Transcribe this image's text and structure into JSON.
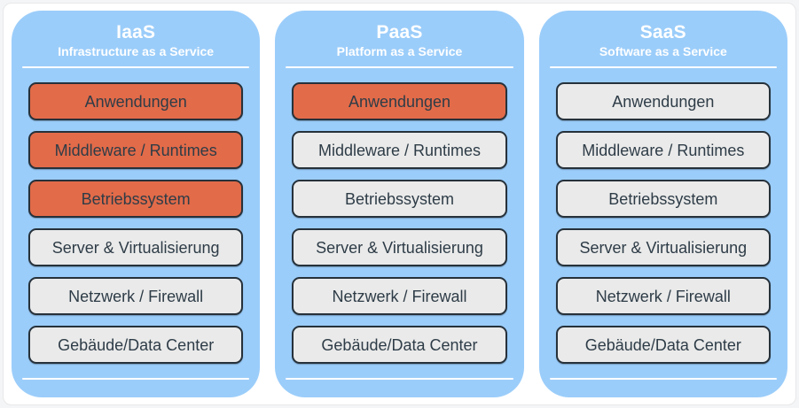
{
  "colors": {
    "page_bg": "#f4f5f6",
    "page_border": "#e8e8ea",
    "panel_bg": "#9bcdfa",
    "header_text": "#ffffff",
    "divider_color": "#ffffff",
    "layer_user_bg": "#e26b49",
    "layer_provider_bg": "#eaeaea",
    "layer_border": "#26313a",
    "layer_text": "#2e3c47"
  },
  "diagram": {
    "columns": [
      {
        "id": "iaas",
        "title": "IaaS",
        "subtitle": "Infrastructure as a Service",
        "layers": [
          {
            "label": "Anwendungen",
            "highlighted": true
          },
          {
            "label": "Middleware / Runtimes",
            "highlighted": true
          },
          {
            "label": "Betriebssystem",
            "highlighted": true
          },
          {
            "label": "Server & Virtualisierung",
            "highlighted": false
          },
          {
            "label": "Netzwerk / Firewall",
            "highlighted": false
          },
          {
            "label": "Gebäude/Data Center",
            "highlighted": false
          }
        ]
      },
      {
        "id": "paas",
        "title": "PaaS",
        "subtitle": "Platform as a Service",
        "layers": [
          {
            "label": "Anwendungen",
            "highlighted": true
          },
          {
            "label": "Middleware / Runtimes",
            "highlighted": false
          },
          {
            "label": "Betriebssystem",
            "highlighted": false
          },
          {
            "label": "Server & Virtualisierung",
            "highlighted": false
          },
          {
            "label": "Netzwerk / Firewall",
            "highlighted": false
          },
          {
            "label": "Gebäude/Data Center",
            "highlighted": false
          }
        ]
      },
      {
        "id": "saas",
        "title": "SaaS",
        "subtitle": "Software as a Service",
        "layers": [
          {
            "label": "Anwendungen",
            "highlighted": false
          },
          {
            "label": "Middleware / Runtimes",
            "highlighted": false
          },
          {
            "label": "Betriebssystem",
            "highlighted": false
          },
          {
            "label": "Server & Virtualisierung",
            "highlighted": false
          },
          {
            "label": "Netzwerk / Firewall",
            "highlighted": false
          },
          {
            "label": "Gebäude/Data Center",
            "highlighted": false
          }
        ]
      }
    ]
  }
}
